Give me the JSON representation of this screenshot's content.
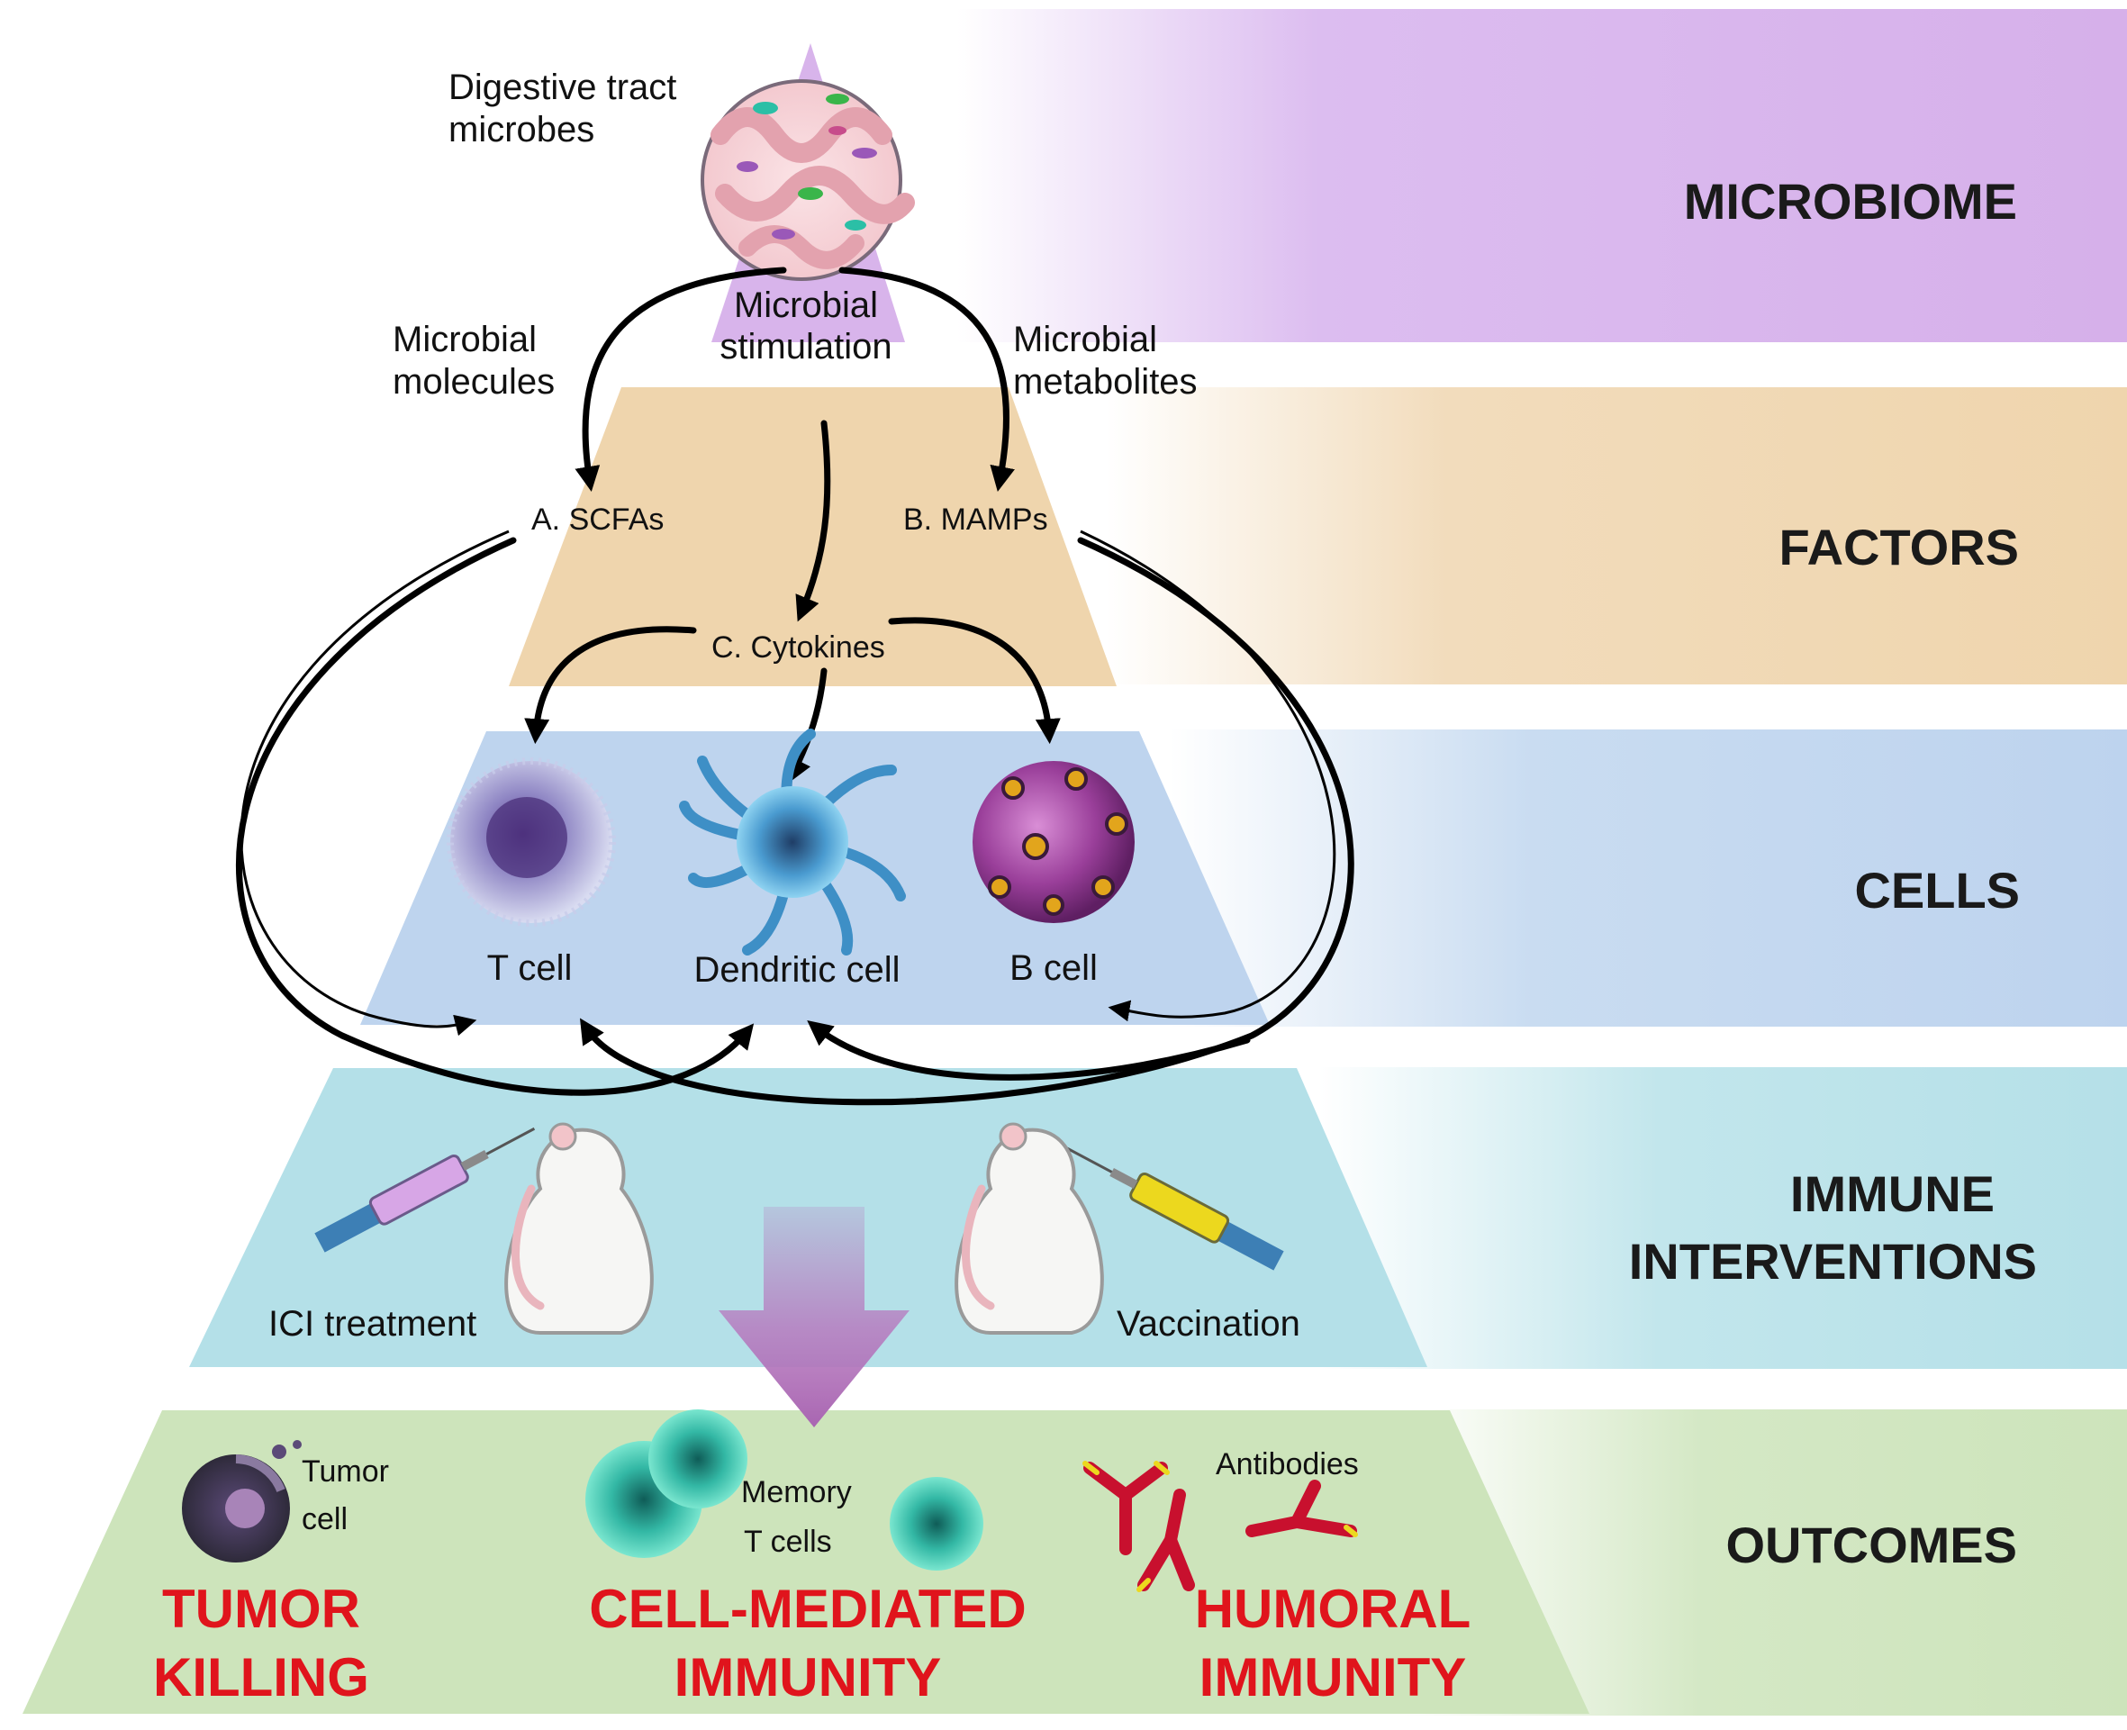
{
  "bands": {
    "microbiome": "MICROBIOME",
    "factors": "FACTORS",
    "cells": "CELLS",
    "interventions_line1": "IMMUNE",
    "interventions_line2": "INTERVENTIONS",
    "outcomes": "OUTCOMES"
  },
  "microbiome": {
    "label_line1": "Digestive tract",
    "label_line2": "microbes",
    "stimulation_line1": "Microbial",
    "stimulation_line2": "stimulation",
    "molecules_line1": "Microbial",
    "molecules_line2": "molecules",
    "metabolites_line1": "Microbial",
    "metabolites_line2": "metabolites"
  },
  "factors": {
    "scfas": "A. SCFAs",
    "mamps": "B. MAMPs",
    "cytokines": "C. Cytokines"
  },
  "cells": {
    "t_cell": "T cell",
    "dendritic_cell": "Dendritic cell",
    "b_cell": "B cell"
  },
  "interventions": {
    "ici": "ICI treatment",
    "vaccination": "Vaccination"
  },
  "outcomes": {
    "tumor_line1": "Tumor",
    "tumor_line2": "cell",
    "memory_line1": "Memory",
    "memory_line2": "T cells",
    "antibodies": "Antibodies",
    "tumor_killing_line1": "TUMOR",
    "tumor_killing_line2": "KILLING",
    "cell_mediated_line1": "CELL-MEDIATED",
    "cell_mediated_line2": "IMMUNITY",
    "humoral_line1": "HUMORAL",
    "humoral_line2": "IMMUNITY"
  },
  "colors": {
    "microbiome": "#d8b4ec",
    "factors": "#f1d9b4",
    "cells": "#c2d7ef",
    "interventions": "#b9e3ea",
    "outcomes": "#cfe5be",
    "outcome_title": "#e0141c",
    "center_arrow": "#b77bbf"
  }
}
